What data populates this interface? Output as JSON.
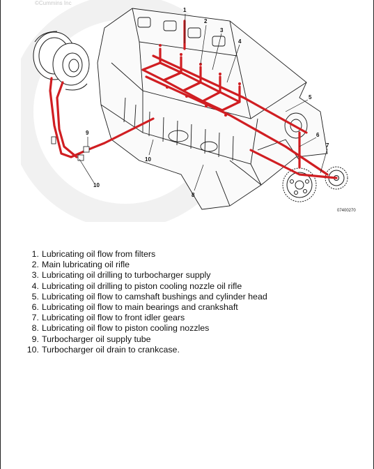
{
  "copyright": "©Cummins Inc",
  "figure_code": "07400270",
  "callouts": [
    "1",
    "2",
    "3",
    "4",
    "5",
    "6",
    "7",
    "8",
    "9",
    "10",
    "10"
  ],
  "legend": [
    {
      "num": "1.",
      "text": "Lubricating oil flow from filters"
    },
    {
      "num": "2.",
      "text": "Main lubricating oil rifle"
    },
    {
      "num": "3.",
      "text": "Lubricating oil drilling to turbocharger supply"
    },
    {
      "num": "4.",
      "text": "Lubricating oil drilling to piston cooling nozzle oil rifle"
    },
    {
      "num": "5.",
      "text": "Lubricating oil flow to camshaft bushings and cylinder head"
    },
    {
      "num": "6.",
      "text": "Lubricating oil flow to main bearings and crankshaft"
    },
    {
      "num": "7.",
      "text": "Lubricating oil flow to front idler gears"
    },
    {
      "num": "8.",
      "text": "Lubricating oil flow to piston cooling nozzles"
    },
    {
      "num": "9.",
      "text": "Turbocharger oil supply tube"
    },
    {
      "num": "10.",
      "text": "Turbocharger oil drain to crankcase."
    }
  ],
  "colors": {
    "oil_flow": "#d01e22",
    "outline": "#1a1a1a",
    "watermark": "#ececec"
  }
}
